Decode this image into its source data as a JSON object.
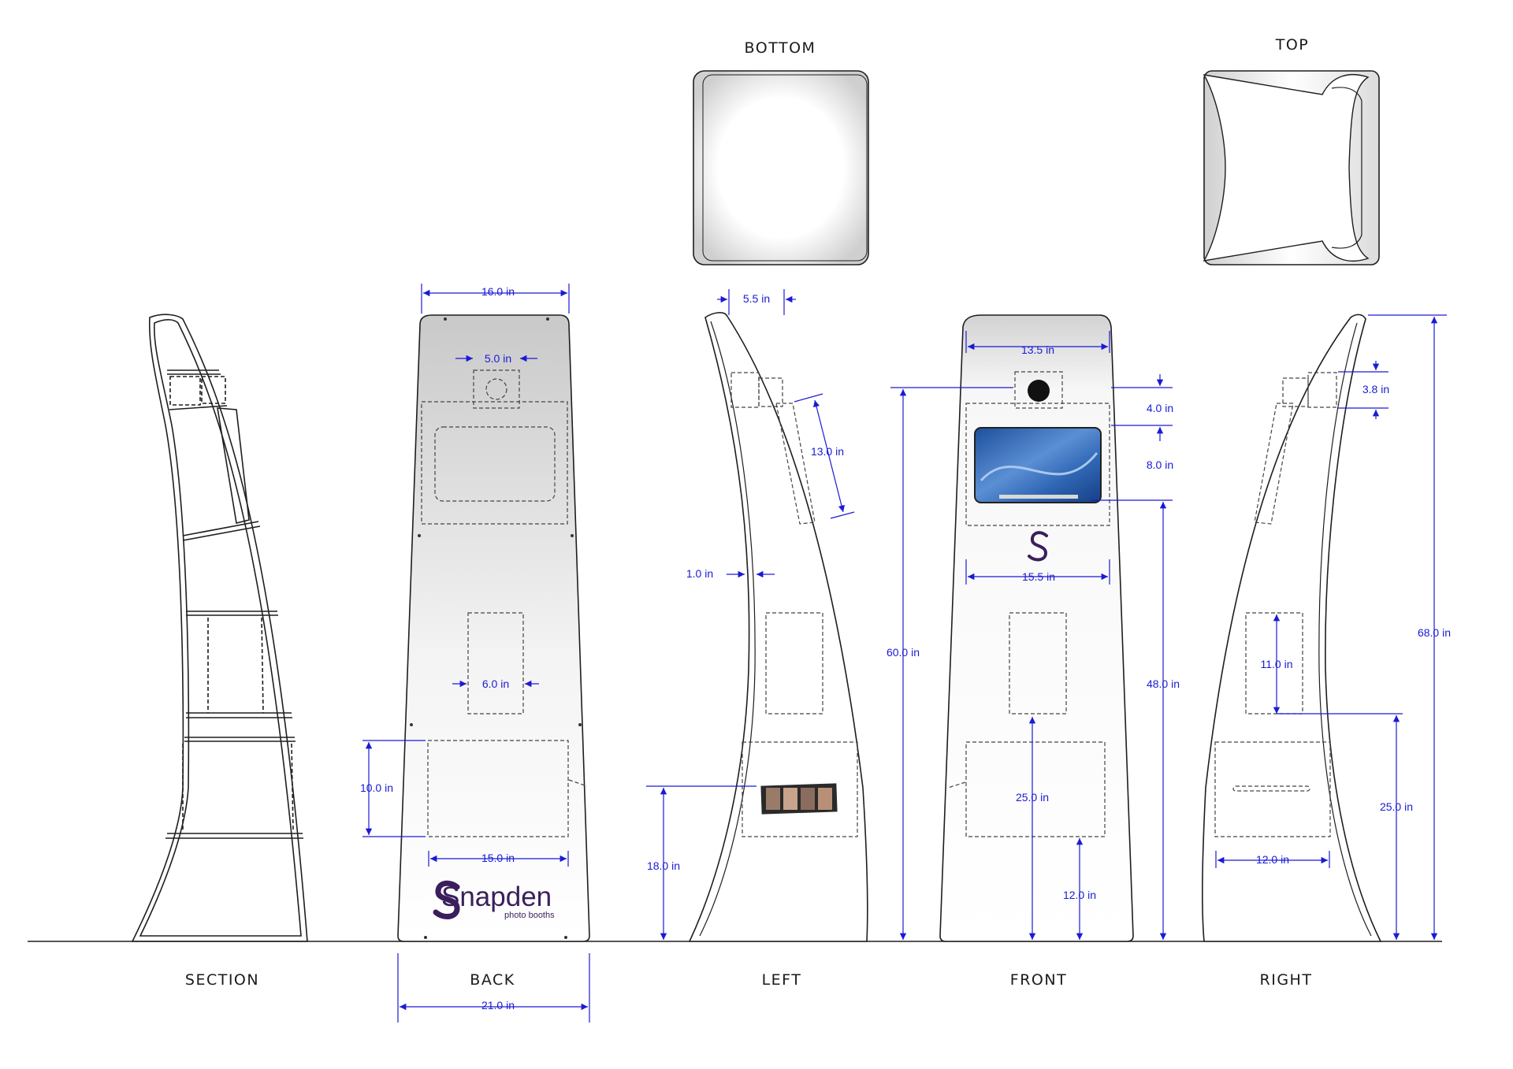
{
  "colors": {
    "dimension": "#1a1ad6",
    "outline": "#1e1e1e",
    "logo": "#3a1f5c",
    "screen_blue": "#2b5fae"
  },
  "views": {
    "section": "SECTION",
    "back": "BACK",
    "left": "LEFT",
    "front": "FRONT",
    "right": "RIGHT",
    "bottom": "BOTTOM",
    "top": "TOP"
  },
  "logo": {
    "name": "Snapden",
    "tagline": "photo booths"
  },
  "dimensions": {
    "back_top_width": "16.0 in",
    "back_camera_width": "5.0 in",
    "back_port_width": "6.0 in",
    "back_door_height": "10.0 in",
    "back_door_width": "15.0 in",
    "back_base_width": "21.0 in",
    "left_top_depth": "5.5 in",
    "left_panel_length": "13.0 in",
    "left_wall_thickness": "1.0 in",
    "left_print_height": "18.0 in",
    "front_top_width": "13.5 in",
    "front_camera_height": "4.0 in",
    "front_screen_height": "8.0 in",
    "front_screen_width": "15.5 in",
    "front_camera_elevation": "60.0 in",
    "front_screen_elevation": "48.0 in",
    "front_door_height": "25.0 in",
    "front_door_elevation": "12.0 in",
    "right_camera_height": "3.8 in",
    "right_panel_height": "11.0 in",
    "right_total_height": "68.0 in",
    "right_door_height": "25.0 in",
    "right_slot_width": "12.0 in"
  }
}
